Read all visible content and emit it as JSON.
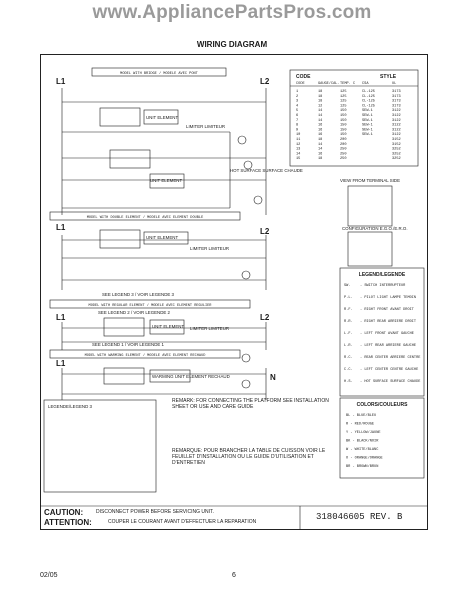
{
  "header": {
    "watermark": "www.AppliancePartsPros.com",
    "title": "WIRING DIAGRAM"
  },
  "sections": {
    "bridge": "MODEL WITH BRIDGE / MODELE AVEC PONT",
    "double": "MODEL WITH DOUBLE ELEMENT / MODELE AVEC ELEMENT DOUBLE",
    "regular": "MODEL WITH REGULAR ELEMENT / MODELE AVEC ELEMENT REGULIER",
    "warming": "MODEL WITH WARMING ELEMENT / MODELE AVEC ELEMENT RECHAUD"
  },
  "labels": {
    "l1": "L1",
    "l2": "L2",
    "n": "N",
    "see_legend_3": "SEE LEGEND 3 / VOIR LEGENDE 3",
    "see_legend_2": "SEE LEGEND 2 / VOIR LEGENDE 2",
    "see_legend_1": "SEE LEGEND 1 / VOIR LEGENDE 1",
    "unit_element": "UNIT ELEMENT",
    "limiter": "LIMITER LIMITEUR",
    "hot_surface": "HOT SURFACE SURFACE CHAUDE",
    "warming_element": "WARMING UNIT ELEMENT RECHAUD",
    "view_from": "VIEW FROM TERMINAL SIDE",
    "configuration": "CONFIGURATION E.G.O./E.R.O."
  },
  "code_table": {
    "headers": [
      "CODE",
      "GAUGE/CAL.",
      "TEMP. C",
      "CSA",
      "UL"
    ],
    "style_header": "STYLE",
    "rows": [
      [
        "1",
        "18",
        "125",
        "CL-125",
        "3173"
      ],
      [
        "2",
        "18",
        "125",
        "CL-125",
        "3173"
      ],
      [
        "3",
        "18",
        "125",
        "CL-125",
        "3173"
      ],
      [
        "4",
        "12",
        "125",
        "CL-125",
        "3173"
      ],
      [
        "5",
        "14",
        "150",
        "SEW-1",
        "3122"
      ],
      [
        "6",
        "14",
        "150",
        "SEW-1",
        "3122"
      ],
      [
        "7",
        "14",
        "150",
        "SEW-1",
        "3122"
      ],
      [
        "8",
        "16",
        "150",
        "SEW-1",
        "3122"
      ],
      [
        "9",
        "16",
        "150",
        "SEW-1",
        "3122"
      ],
      [
        "10",
        "16",
        "150",
        "SEW-1",
        "3122"
      ],
      [
        "11",
        "18",
        "200",
        "",
        "3152"
      ],
      [
        "12",
        "14",
        "200",
        "",
        "3152"
      ],
      [
        "13",
        "14",
        "250",
        "",
        "3252"
      ],
      [
        "14",
        "16",
        "250",
        "",
        "3252"
      ],
      [
        "15",
        "18",
        "250",
        "",
        "3252"
      ]
    ]
  },
  "legend": {
    "title": "LEGEND/LEGENDE",
    "items": [
      [
        "SW.",
        "- SWITCH INTERRUPTEUR"
      ],
      [
        "P.L.",
        "- PILOT LIGHT LAMPE TEMOIN"
      ],
      [
        "R.F.",
        "- RIGHT FRONT AVANT DROIT"
      ],
      [
        "R.R.",
        "- RIGHT REAR ARRIERE DROIT"
      ],
      [
        "L.F.",
        "- LEFT FRONT AVANT GAUCHE"
      ],
      [
        "L.R.",
        "- LEFT REAR ARRIERE GAUCHE"
      ],
      [
        "R.C.",
        "- REAR CENTER ARRIERE CENTRE"
      ],
      [
        "C.C.",
        "- LEFT CENTER CENTRE GAUCHE"
      ],
      [
        "H.S.",
        "- HOT SURFACE SURFACE CHAUDE"
      ]
    ]
  },
  "colors": {
    "title": "COLORS/COULEURS",
    "items": [
      "BL - BLUE/BLEU",
      "R - RED/ROUGE",
      "Y - YELLOW/JAUNE",
      "BK - BLACK/NOIR",
      "W - WHITE/BLANC",
      "O - ORANGE/ORANGE",
      "BR - BROWN/BRUN"
    ]
  },
  "notes": {
    "legend_small": "LEGENDE/LEGEND 3",
    "remark": "REMARK: FOR CONNECTING THE PLATFORM SEE INSTALLATION SHEET OR USE AND CARE GUIDE",
    "remarque": "REMARQUE: POUR BRANCHER LA TABLE DE CUISSON VOIR LE FEUILLET D'INSTALLATION OU LE GUIDE D'UTILISATION ET D'ENTRETIEN",
    "caution_label": "CAUTION:",
    "caution_text": "DISCONNECT POWER BEFORE SERVICING UNIT.",
    "attention_label": "ATTENTION:",
    "attention_text": "COUPER LE COURANT AVANT D'EFFECTUER LA REPARATION",
    "part_number": "318046605 REV. B"
  },
  "footer": {
    "date": "02/05",
    "page": "6"
  }
}
